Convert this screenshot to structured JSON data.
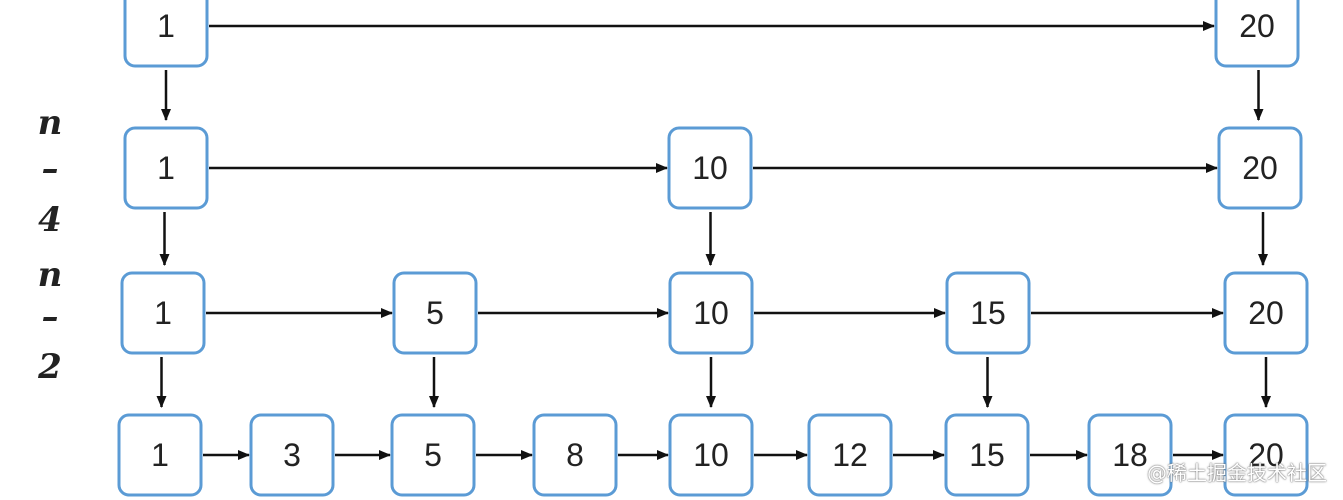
{
  "levels": [
    {
      "values": [
        "1",
        "20"
      ]
    },
    {
      "values": [
        "1",
        "10",
        "20"
      ]
    },
    {
      "values": [
        "1",
        "5",
        "10",
        "15",
        "20"
      ]
    },
    {
      "values": [
        "1",
        "3",
        "5",
        "8",
        "10",
        "12",
        "15",
        "18",
        "20"
      ]
    }
  ],
  "side_labels": [
    "n",
    "–",
    "4",
    "n",
    "–",
    "2"
  ],
  "watermark": "@稀土掘金技术社区",
  "colors": {
    "node_border": "#5b9bd5",
    "arrow": "#111111",
    "text": "#222222"
  }
}
